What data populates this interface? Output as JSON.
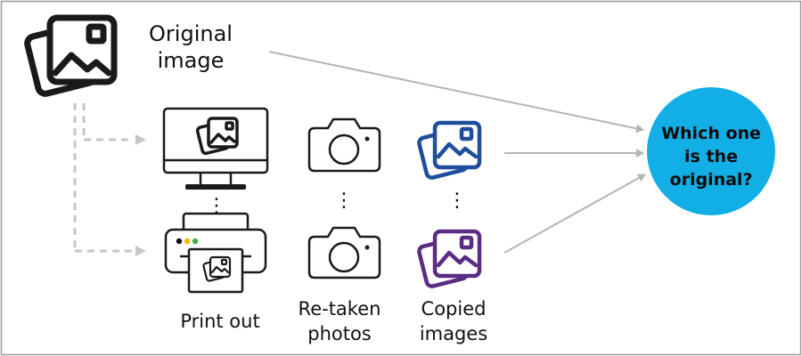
{
  "labels": {
    "original_line1": "Original",
    "original_line2": "image",
    "print_out": "Print out",
    "retaken_line1": "Re-taken",
    "retaken_line2": "photos",
    "copied_line1": "Copied",
    "copied_line2": "images"
  },
  "question": {
    "line1": "Which one",
    "line2": "is the",
    "line3": "original?"
  },
  "ellipsis": "⋮",
  "colors": {
    "frame_border": "#9a9a9a",
    "icon_stroke": "#1a1a1a",
    "copied_blue": "#1f4e9c",
    "copied_purple": "#5b2c83",
    "arrow_gray": "#b5b5b5",
    "question_fill": "#12aee6",
    "printer_led_black": "#111111",
    "printer_led_yellow": "#f2b705",
    "printer_led_green": "#3cb043"
  }
}
